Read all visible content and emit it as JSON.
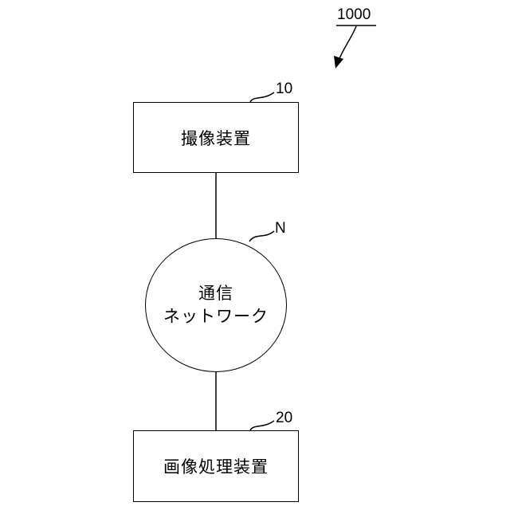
{
  "diagram": {
    "system_ref": "1000",
    "nodes": [
      {
        "id": "camera",
        "label": "撮像装置",
        "ref": "10"
      },
      {
        "id": "network",
        "label_line1": "通信",
        "label_line2": "ネットワーク",
        "ref": "N"
      },
      {
        "id": "processor",
        "label": "画像処理装置",
        "ref": "20"
      }
    ],
    "edges": [
      {
        "from": "camera",
        "to": "network"
      },
      {
        "from": "network",
        "to": "processor"
      }
    ]
  }
}
